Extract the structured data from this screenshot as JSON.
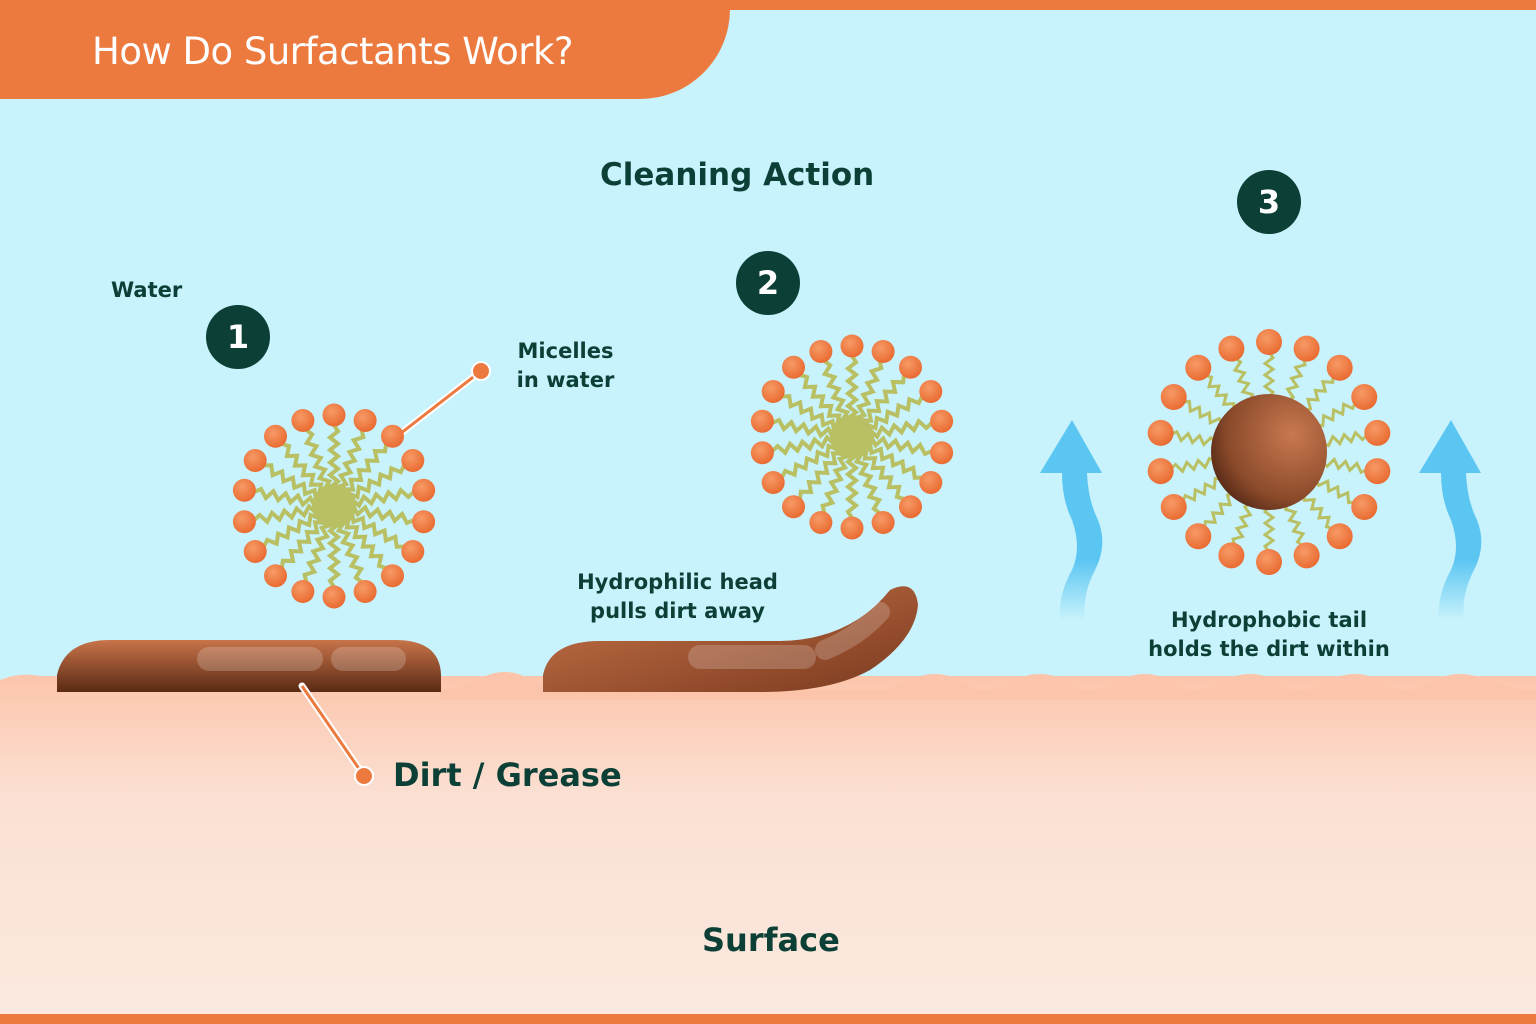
{
  "header": {
    "title": "How Do Surfactants Work?"
  },
  "diagram": {
    "heading": "Cleaning Action",
    "labels": {
      "water": "Water",
      "micelles": [
        "Micelles",
        "in water"
      ],
      "dirt": "Dirt / Grease",
      "step2_caption": [
        "Hydrophilic head",
        "pulls dirt away"
      ],
      "step3_caption": [
        "Hydrophobic tail",
        "holds the dirt within"
      ],
      "surface": "Surface"
    },
    "steps": [
      {
        "number": "1"
      },
      {
        "number": "2"
      },
      {
        "number": "3"
      }
    ],
    "icons": [
      "micelle-icon",
      "dirt-blob-icon",
      "dirt-particle-icon",
      "up-arrow-icon"
    ]
  },
  "colors": {
    "accent": "#ec7a3f",
    "water": "#c8f2fc",
    "surface": "#fbe8de",
    "surface_wave": "#fcc9b0",
    "dark_text": "#0c4036",
    "tail": "#b9c064",
    "dirt": "#a65a36",
    "arrow": "#5cc6f2"
  }
}
